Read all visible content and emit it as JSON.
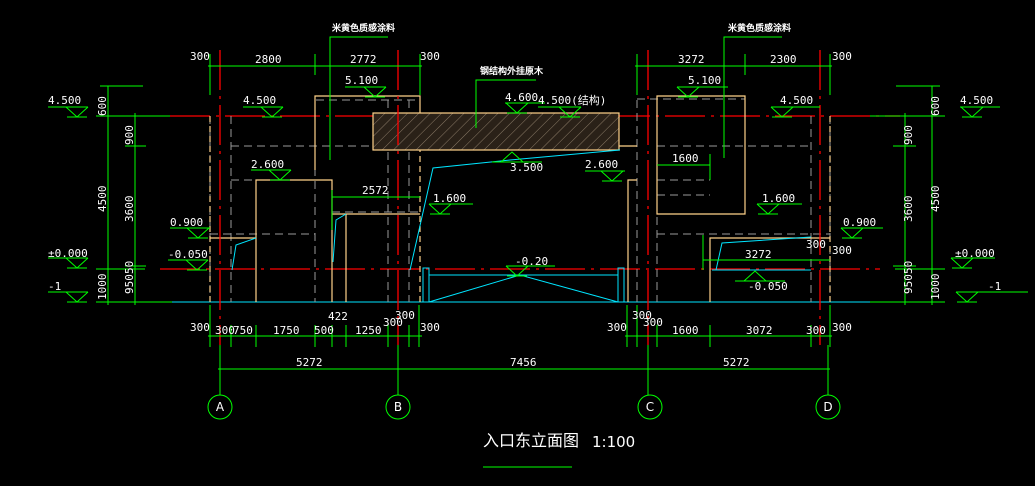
{
  "drawing": {
    "title": "入口东立面图",
    "scale": "1:100",
    "notes": {
      "left_material": "米黄色质感涂料",
      "beam_material": "钢结构外挂原木",
      "right_material": "米黄色质感涂料"
    },
    "axes": [
      "A",
      "B",
      "C",
      "D"
    ],
    "elevations": [
      "4.500",
      "4.500",
      "5.100",
      "4.600",
      "4.500(结构)",
      "5.100",
      "4.500",
      "4.500",
      "2.600",
      "3.500",
      "2.600",
      "1.600",
      "1.600",
      "0.900",
      "0.900",
      "±0.000",
      "±0.000",
      "-0.050",
      "-0.050",
      "-0.20",
      "-1",
      "-1"
    ],
    "top_dims": [
      "300",
      "2800",
      "2772",
      "300",
      "3272",
      "2300",
      "300"
    ],
    "left_dims": [
      "600",
      "900",
      "3600",
      "4500",
      "950",
      "50",
      "1000"
    ],
    "right_dims": [
      "600",
      "900",
      "3600",
      "4500",
      "950",
      "50",
      "1000"
    ],
    "inner_dims": [
      "2572",
      "1600",
      "3272",
      "300",
      "300"
    ],
    "bottom_dims_left": [
      "300",
      "300",
      "750",
      "1750",
      "500",
      "1250",
      "422",
      "300",
      "300",
      "300"
    ],
    "bottom_dims_right": [
      "300",
      "300",
      "300",
      "1600",
      "3072",
      "300",
      "300"
    ],
    "total_dims": [
      "5272",
      "7456",
      "5272"
    ]
  },
  "colors": {
    "background": "#000000",
    "dimension": "#00ff00",
    "axis": "#ff0000",
    "outline": "#ffd28a",
    "hidden": "#9a9a9a",
    "ground": "#00e5ff"
  }
}
